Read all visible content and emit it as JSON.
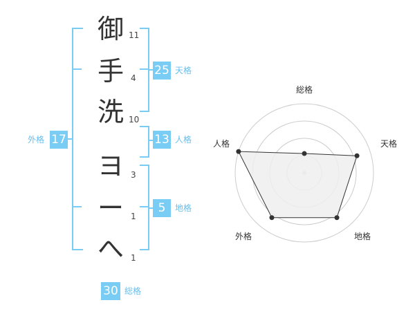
{
  "characters": [
    {
      "char": "御",
      "strokes": "11"
    },
    {
      "char": "手",
      "strokes": "4"
    },
    {
      "char": "洗",
      "strokes": "10"
    },
    {
      "char": "ヨ",
      "strokes": "3"
    },
    {
      "char": "ー",
      "strokes": "1"
    },
    {
      "char": "へ",
      "strokes": "1"
    }
  ],
  "kakusu": {
    "tenkaku": {
      "value": "25",
      "label": "天格"
    },
    "jinkaku": {
      "value": "13",
      "label": "人格"
    },
    "chikaku": {
      "value": "5",
      "label": "地格"
    },
    "gaikaku": {
      "value": "17",
      "label": "外格"
    },
    "soukaku": {
      "value": "30",
      "label": "総格"
    }
  },
  "radar": {
    "axes": [
      "総格",
      "天格",
      "地格",
      "外格",
      "人格"
    ],
    "values": [
      0.28,
      0.8,
      0.8,
      0.8,
      1.0
    ],
    "rings": 4,
    "colors": {
      "ring": "#cccccc",
      "fill": "#efefef",
      "line": "#333333",
      "point": "#333333"
    }
  },
  "colors": {
    "accent": "#79cdf5"
  }
}
